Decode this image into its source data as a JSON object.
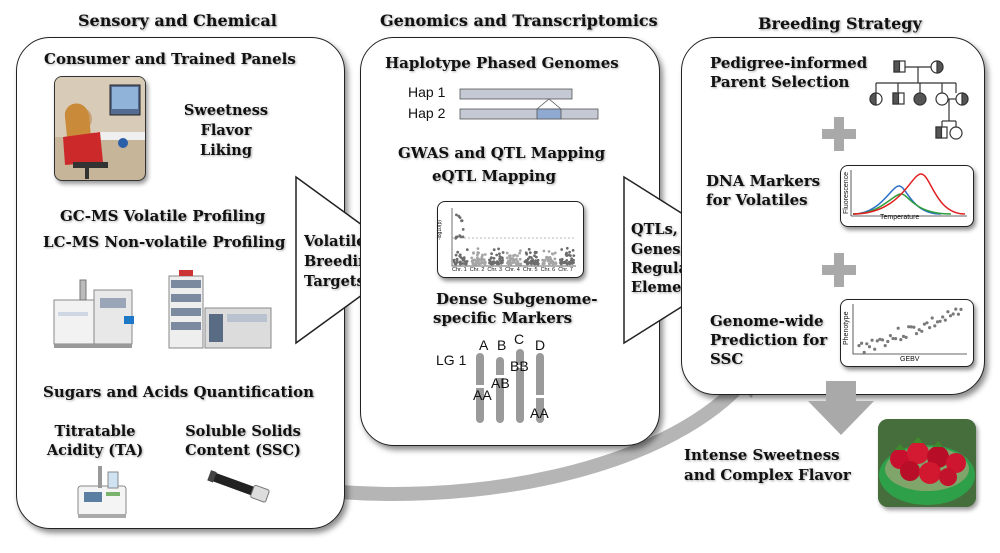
{
  "columns": {
    "sensory": {
      "title": "Sensory and Chemical",
      "panels_title": "Consumer and Trained Panels",
      "attributes": [
        "Sweetness",
        "Flavor",
        "Liking"
      ],
      "gcms": "GC-MS Volatile Profiling",
      "lcms": "LC-MS Non-volatile Profiling",
      "sugars_title": "Sugars and Acids Quantification",
      "ta": [
        "Titratable",
        "Acidity (TA)"
      ],
      "ssc": [
        "Soluble Solids",
        "Content (SSC)"
      ]
    },
    "genomics": {
      "title": "Genomics and Transcriptomics",
      "haplotype_title": "Haplotype Phased Genomes",
      "hap1": "Hap 1",
      "hap2": "Hap 2",
      "gwas": "GWAS and QTL Mapping",
      "eqtl": "eQTL Mapping",
      "manhattan_ylabel": "-log10(p)",
      "chromosomes": [
        "Chr. 1",
        "Chr. 2",
        "Chr. 3",
        "Chr. 4",
        "Chr. 5",
        "Chr. 6",
        "Chr. 7"
      ],
      "markers_title": [
        "Dense Subgenome-",
        "specific Markers"
      ],
      "lg_label": "LG 1",
      "subgenomes": [
        "A",
        "B",
        "C",
        "D"
      ],
      "alleles": [
        "AB",
        "BB",
        "AA",
        "AA"
      ]
    },
    "breeding": {
      "title": "Breeding Strategy",
      "pedigree_title": [
        "Pedigree-informed",
        "Parent Selection"
      ],
      "dna_title": [
        "DNA Markers",
        "for Volatiles"
      ],
      "dna_ylabel": "Fluorescence",
      "dna_xlabel": "Temperature",
      "gp_title": [
        "Genome-wide",
        "Prediction for",
        "SSC"
      ],
      "gp_ylabel": "Phenotype",
      "gp_xlabel": "GEBV"
    }
  },
  "arrows": {
    "volatile_targets": [
      "Volatile",
      "Breeding",
      "Targets"
    ],
    "qtl_genes": [
      "QTLs,",
      "Genes,",
      "Regulatory",
      "Elements"
    ]
  },
  "outcome": [
    "Intense Sweetness",
    "and Complex Flavor"
  ],
  "colors": {
    "arrow_gray": "#b5b5b5",
    "hap_bar": "#c5c9d4",
    "hap_highlight": "#90a9d1",
    "curve_red": "#e02020",
    "curve_green": "#2e9e3a",
    "curve_blue": "#2a6fc9"
  },
  "icons": [
    "person-tasting-icon",
    "gc-ms-instrument-icon",
    "lc-ms-instrument-icon",
    "titrator-icon",
    "refractometer-icon",
    "pedigree-icon",
    "strawberry-bowl-icon"
  ]
}
